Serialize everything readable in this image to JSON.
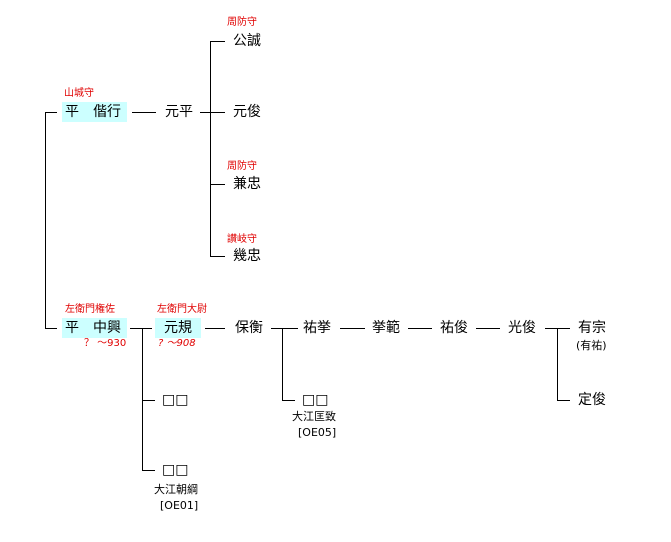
{
  "persons": {
    "korehira": {
      "name": "平　偕行",
      "title": "山城守"
    },
    "motohira": {
      "name": "元平"
    },
    "kimisane": {
      "name": "公誠",
      "title": "周防守"
    },
    "mototoshi": {
      "name": "元俊"
    },
    "kanetada": {
      "name": "兼忠",
      "title": "周防守"
    },
    "chikatada": {
      "name": "幾忠",
      "title": "讃岐守"
    },
    "nakaoki": {
      "name": "平　中興",
      "title": "左衛門権佐",
      "dates": "？ ～930"
    },
    "motonori": {
      "name": "元規",
      "title": "左衛門大尉",
      "dates": "? ～908"
    },
    "yasuhira": {
      "name": "保衡"
    },
    "sukeyoshi": {
      "name": "祐挙"
    },
    "yoshinori": {
      "name": "挙範"
    },
    "suketoshi": {
      "name": "祐俊"
    },
    "mitsutoshi": {
      "name": "光俊"
    },
    "arinori": {
      "name": "有宗",
      "alias": "(有祐)"
    },
    "sadatoshi": {
      "name": "定俊"
    },
    "unknown1": {
      "name": "□□"
    },
    "unknown2": {
      "name": "□□",
      "spouse": "大江朝綱",
      "code": "[OE01]"
    },
    "unknown3": {
      "name": "□□",
      "spouse": "大江匡致",
      "code": "[OE05]"
    }
  }
}
